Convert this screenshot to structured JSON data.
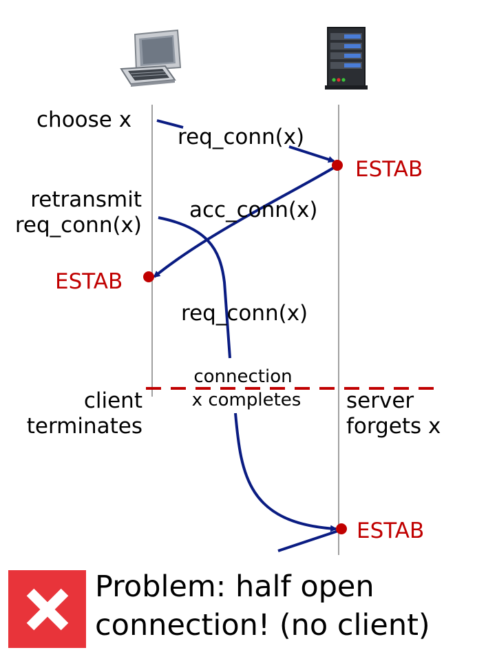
{
  "colors": {
    "arrow": "#0a1c82",
    "estab": "#c00000",
    "dot": "#c00000",
    "dashed": "#c00000",
    "timeline": "#808080",
    "problem_box": "#e8343a"
  },
  "icons": {
    "client": "laptop-computer-icon",
    "server": "server-tower-icon",
    "problem": "x-cross-icon"
  },
  "labels": {
    "choose_x": "choose x",
    "req_conn_1": "req_conn(x)",
    "estab_server_1": "ESTAB",
    "retransmit_line1": "retransmit",
    "retransmit_line2": "req_conn(x)",
    "acc_conn": "acc_conn(x)",
    "estab_client": "ESTAB",
    "req_conn_2": "req_conn(x)",
    "connection_completes_line1": "connection",
    "connection_completes_line2": "x completes",
    "client_terminates_line1": "client",
    "client_terminates_line2": "terminates",
    "server_forgets_line1": "server",
    "server_forgets_line2": "forgets x",
    "estab_server_2": "ESTAB"
  },
  "problem": {
    "line1": "Problem: half open",
    "line2": "connection! (no client)"
  }
}
